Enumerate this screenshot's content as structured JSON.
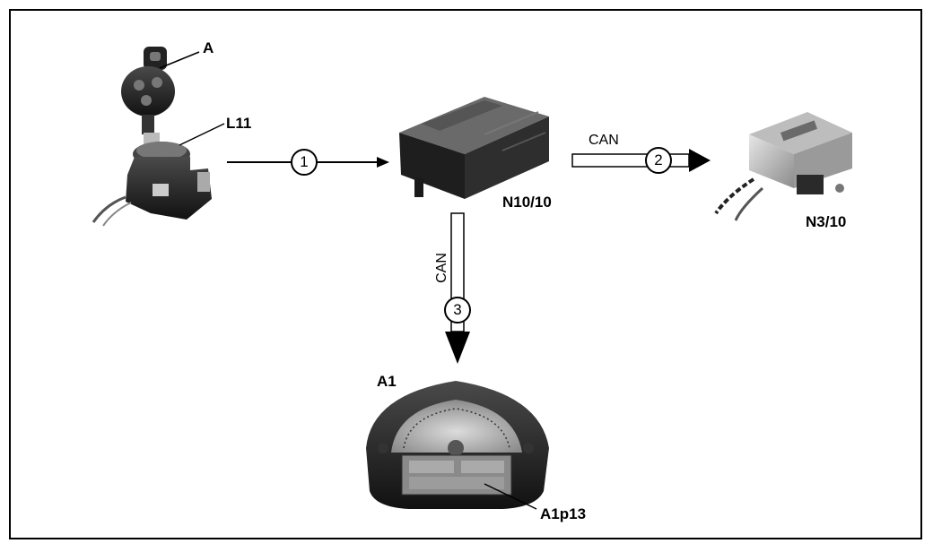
{
  "labels": {
    "key": "A",
    "ignition_lock": "L11",
    "control_unit": "N10/10",
    "engine_ecu": "N3/10",
    "cluster": "A1",
    "cluster_display": "A1p13"
  },
  "connections": [
    {
      "number": "1",
      "bus": ""
    },
    {
      "number": "2",
      "bus": "CAN"
    },
    {
      "number": "3",
      "bus": "CAN"
    }
  ]
}
